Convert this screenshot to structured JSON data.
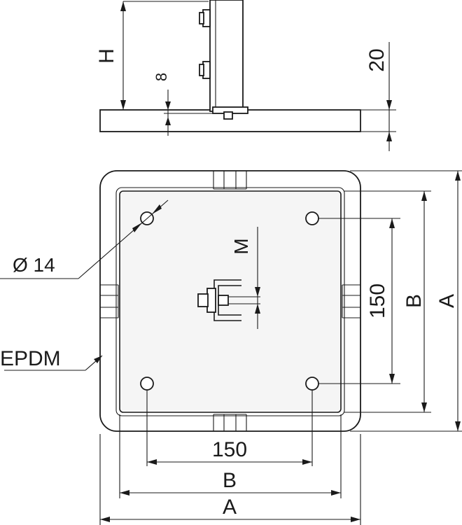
{
  "side_view": {
    "height_label": "H",
    "gap_label": "8",
    "thickness_label": "20"
  },
  "plan_view": {
    "hole_label": "Ø 14",
    "material_label": "EPDM",
    "thread_label": "M",
    "hole_spacing_vertical": "150",
    "inner_vertical_label": "B",
    "outer_vertical_label": "A",
    "hole_spacing_horizontal": "150",
    "inner_horizontal_label": "B",
    "outer_horizontal_label": "A"
  }
}
